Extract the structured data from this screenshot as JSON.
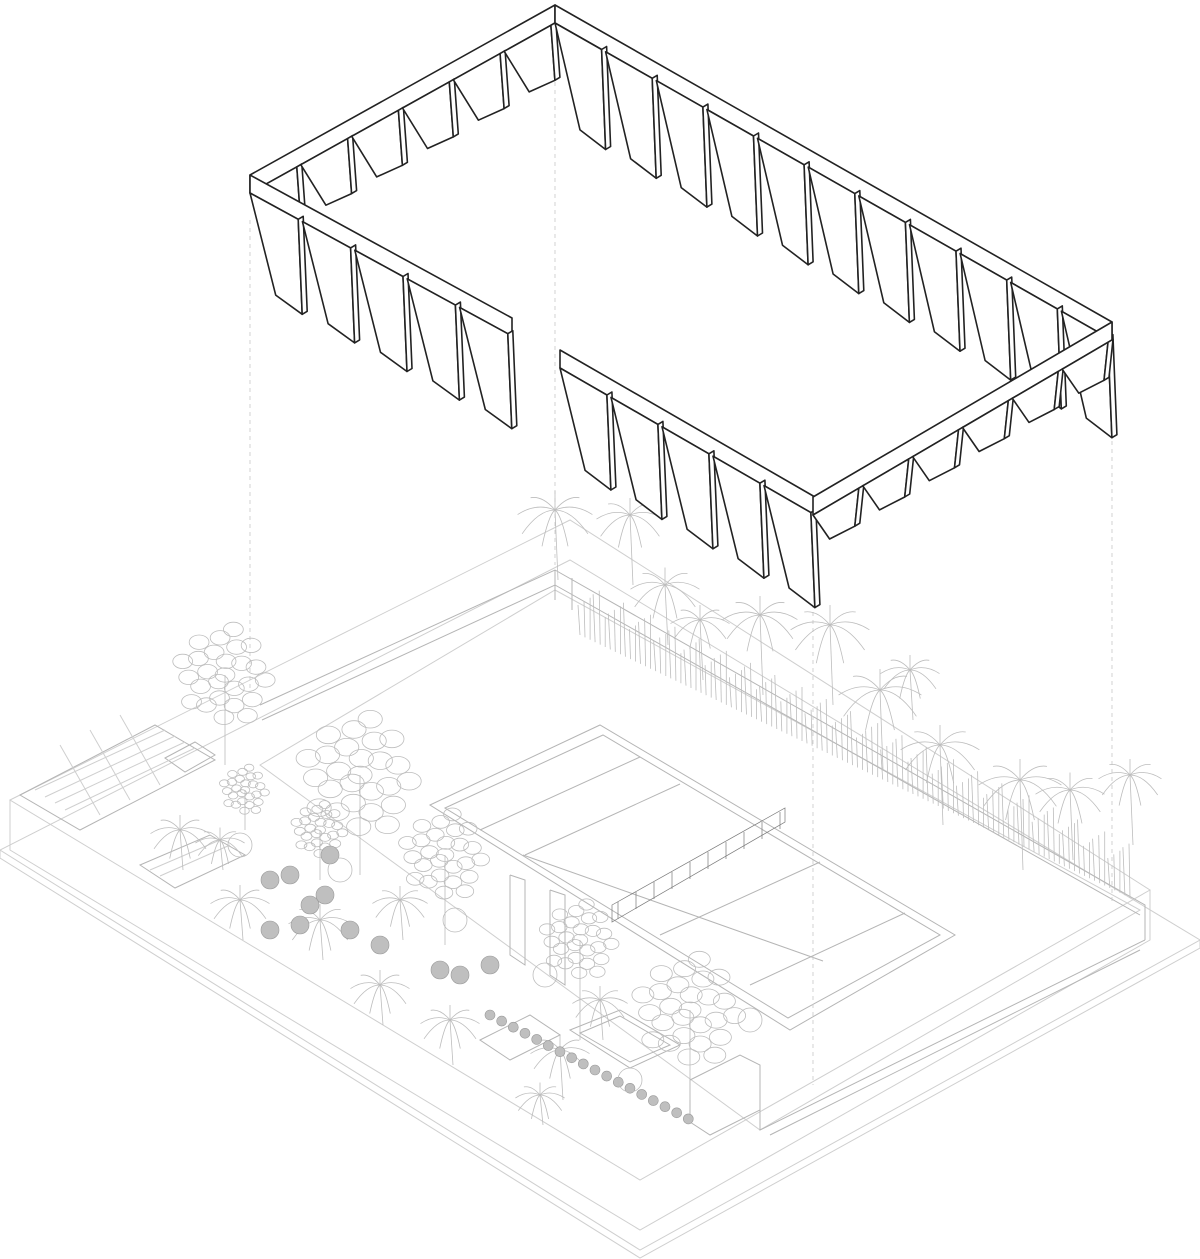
{
  "diagram": {
    "type": "exploded-axonometric-drawing",
    "colors": {
      "background": "#ffffff",
      "canopy_line": "#222222",
      "site_line": "#cfcfcf",
      "vegetation": "#bdbdbd",
      "dark_shrubs": "#9a9a9a"
    },
    "elements": [
      "roof-canopy-frame",
      "tennis-court",
      "court-net",
      "perimeter-wall",
      "palm-trees",
      "garden-planting",
      "pergola",
      "projection-lines"
    ]
  }
}
